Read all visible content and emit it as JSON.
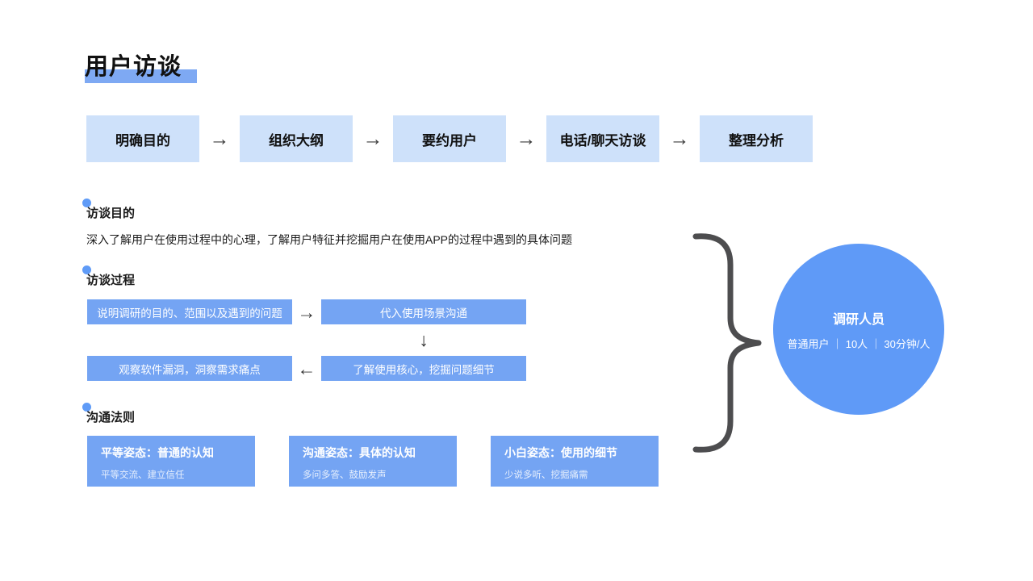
{
  "page": {
    "title": "用户访谈"
  },
  "icons": {
    "arrow_right": "→",
    "arrow_down": "↓",
    "arrow_left": "←"
  },
  "flow": {
    "steps": [
      {
        "label": "明确目的"
      },
      {
        "label": "组织大纲"
      },
      {
        "label": "要约用户"
      },
      {
        "label": "电话/聊天访谈"
      },
      {
        "label": "整理分析"
      }
    ]
  },
  "sections": {
    "purpose": {
      "heading": "访谈目的",
      "body": "深入了解用户在使用过程中的心理，了解用户特征并挖掘用户在使用APP的过程中遇到的具体问题"
    },
    "process": {
      "heading": "访谈过程",
      "row1": [
        "说明调研的目的、范围以及遇到的问题",
        "代入使用场景沟通"
      ],
      "row2": [
        "观察软件漏洞，洞察需求痛点",
        "了解使用核心，挖掘问题细节"
      ]
    },
    "rules": {
      "heading": "沟通法则",
      "cards": [
        {
          "title": "平等姿态：普通的认知",
          "subtitle": "平等交流、建立信任"
        },
        {
          "title": "沟通姿态：具体的认知",
          "subtitle": "多问多答、鼓励发声"
        },
        {
          "title": "小白姿态：使用的细节",
          "subtitle": "少说多听、挖掘痛需"
        }
      ]
    }
  },
  "researcher": {
    "title": "调研人员",
    "detail": "普通用户 ｜ 10人 ｜ 30分钟/人"
  },
  "colors": {
    "flow_box": "#cee1fa",
    "process_box": "#74a4f3",
    "circle": "#5f9af7",
    "title_highlight": "#7ea9f3",
    "heading_dot": "#5f9bf7",
    "brace": "#4d4d4f"
  }
}
